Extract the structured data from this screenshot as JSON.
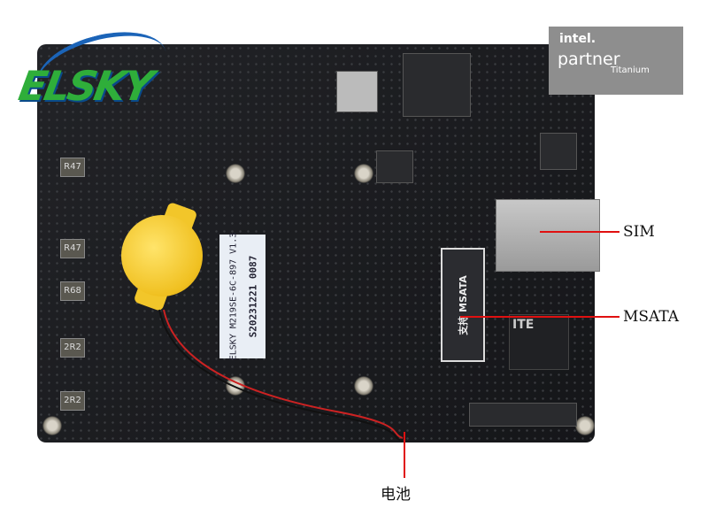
{
  "logo": {
    "text": "ELSKY"
  },
  "badge": {
    "brand": "intel.",
    "line": "partner",
    "tier": "Titanium"
  },
  "sticker": {
    "model": "ELSKY M219SE-6C-897 V1.3",
    "serial": "S20231221 0087"
  },
  "board": {
    "inductors": [
      "R47",
      "R47",
      "R68",
      "2R2",
      "2R2"
    ],
    "chip_brand": "ITE",
    "msata_slot_text": "支持 MSATA"
  },
  "annotations": {
    "sim": "SIM",
    "msata": "MSATA",
    "battery": "电池",
    "line_color": "#e01010"
  }
}
